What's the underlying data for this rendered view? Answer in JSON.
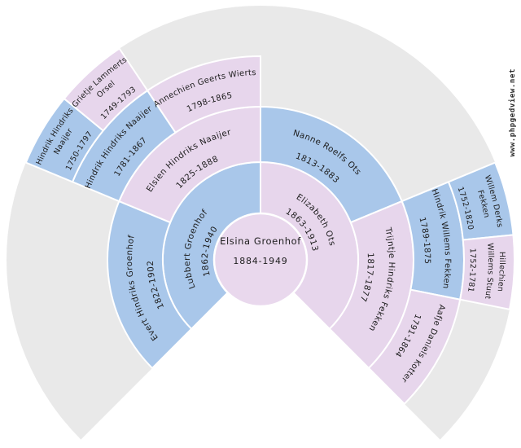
{
  "watermark": "www.phpgedview.net",
  "colors": {
    "male": "#a9c7ea",
    "female": "#e7d6ec",
    "center": "#e9d8ed",
    "empty": "#e9e9e9",
    "separator": "#ffffff",
    "text": "#1d1d1d"
  },
  "fan_chart": {
    "type": "ancestor-fan",
    "fan_degrees": 270,
    "generations_shown": 5,
    "people": [
      {
        "ahnentafel": 1,
        "name": "Elsina Groenhof",
        "dates": "1884-1949",
        "sex": "F"
      },
      {
        "ahnentafel": 2,
        "name": "Lubbert Groenhof",
        "dates": "1862-1940",
        "sex": "M"
      },
      {
        "ahnentafel": 3,
        "name": "Elizabeth Ots",
        "dates": "1863-1913",
        "sex": "F"
      },
      {
        "ahnentafel": 4,
        "name": "Evert Hindriks Groenhof",
        "dates": "1822-1902",
        "sex": "M"
      },
      {
        "ahnentafel": 5,
        "name": "Elsien Hindriks Naaijer",
        "dates": "1825-1888",
        "sex": "F"
      },
      {
        "ahnentafel": 6,
        "name": "Nanne Roelfs Ots",
        "dates": "1813-1883",
        "sex": "M"
      },
      {
        "ahnentafel": 7,
        "name": "Trijntje Hindriks Fekken",
        "dates": "1817-1877",
        "sex": "F"
      },
      {
        "ahnentafel": 10,
        "name": "Hindrik Hindriks Naaijer",
        "dates": "1781-1867",
        "sex": "M"
      },
      {
        "ahnentafel": 11,
        "name": "Annechien Geerts Wierts",
        "dates": "1798-1865",
        "sex": "F"
      },
      {
        "ahnentafel": 14,
        "name": "Hindrik Willems Fekken",
        "dates": "1789-1875",
        "sex": "M"
      },
      {
        "ahnentafel": 15,
        "name": "Aafje Daniels Kotter",
        "dates": "1791-1864",
        "sex": "F"
      },
      {
        "ahnentafel": 20,
        "name": "Hindrik Hindriks Naaijer",
        "name_lines": [
          "Hindrik Hindriks",
          "Naaijer"
        ],
        "dates": "1750-1797",
        "sex": "M"
      },
      {
        "ahnentafel": 21,
        "name": "Grietje Lammerts Orsel",
        "name_lines": [
          "Grietje Lammerts",
          "Orsel"
        ],
        "dates": "1749-1793",
        "sex": "F"
      },
      {
        "ahnentafel": 28,
        "name": "Willem Derks Fekken",
        "name_lines": [
          "Willem Derks",
          "Fekken"
        ],
        "dates": "1752-1820",
        "sex": "M"
      },
      {
        "ahnentafel": 29,
        "name": "Hillechien Willems Stuut",
        "name_lines": [
          "Hillechien",
          "Willems Stuut"
        ],
        "dates": "1752-1781",
        "sex": "F"
      }
    ]
  }
}
